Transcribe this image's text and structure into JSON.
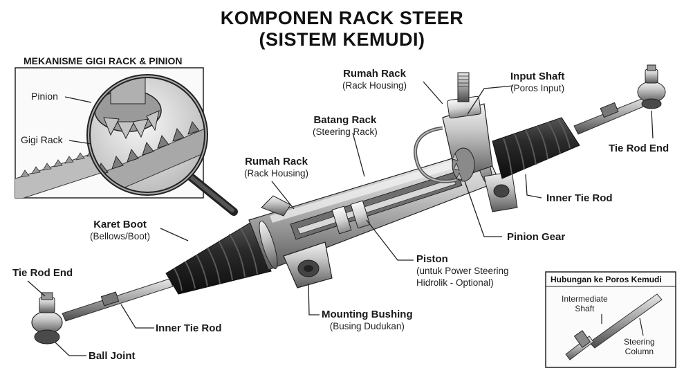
{
  "title": {
    "line1": "KOMPONEN RACK STEER",
    "line2": "(SISTEM KEMUDI)"
  },
  "inset": {
    "title": "MEKANISME GIGI RACK & PINION",
    "pinion": "Pinion",
    "gigi_rack": "Gigi Rack"
  },
  "labels": {
    "rumah_rack_top": {
      "main": "Rumah Rack",
      "sub": "(Rack Housing)"
    },
    "input_shaft": {
      "main": "Input Shaft",
      "sub": "(Poros Input)"
    },
    "batang_rack": {
      "main": "Batang Rack",
      "sub": "(Steering Rack)"
    },
    "rumah_rack_mid": {
      "main": "Rumah Rack",
      "sub": "(Rack Housing)"
    },
    "tie_rod_end_right": "Tie Rod End",
    "inner_tie_rod_right": "Inner Tie Rod",
    "pinion_gear": "Pinion Gear",
    "karet_boot": {
      "main": "Karet Boot",
      "sub": "(Bellows/Boot)"
    },
    "piston": {
      "main": "Piston",
      "sub1": "(untuk Power Steering",
      "sub2": "Hidrolik - Optional)"
    },
    "tie_rod_end_left": "Tie Rod End",
    "mounting_bushing": {
      "main": "Mounting Bushing",
      "sub": "(Busing Dudukan)"
    },
    "inner_tie_rod_left": "Inner Tie Rod",
    "ball_joint": "Ball Joint"
  },
  "connection_box": {
    "title": "Hubungan ke Poros Kemudi",
    "intermediate_1": "Intermediate",
    "intermediate_2": "Shaft",
    "steering_1": "Steering",
    "steering_2": "Column"
  }
}
